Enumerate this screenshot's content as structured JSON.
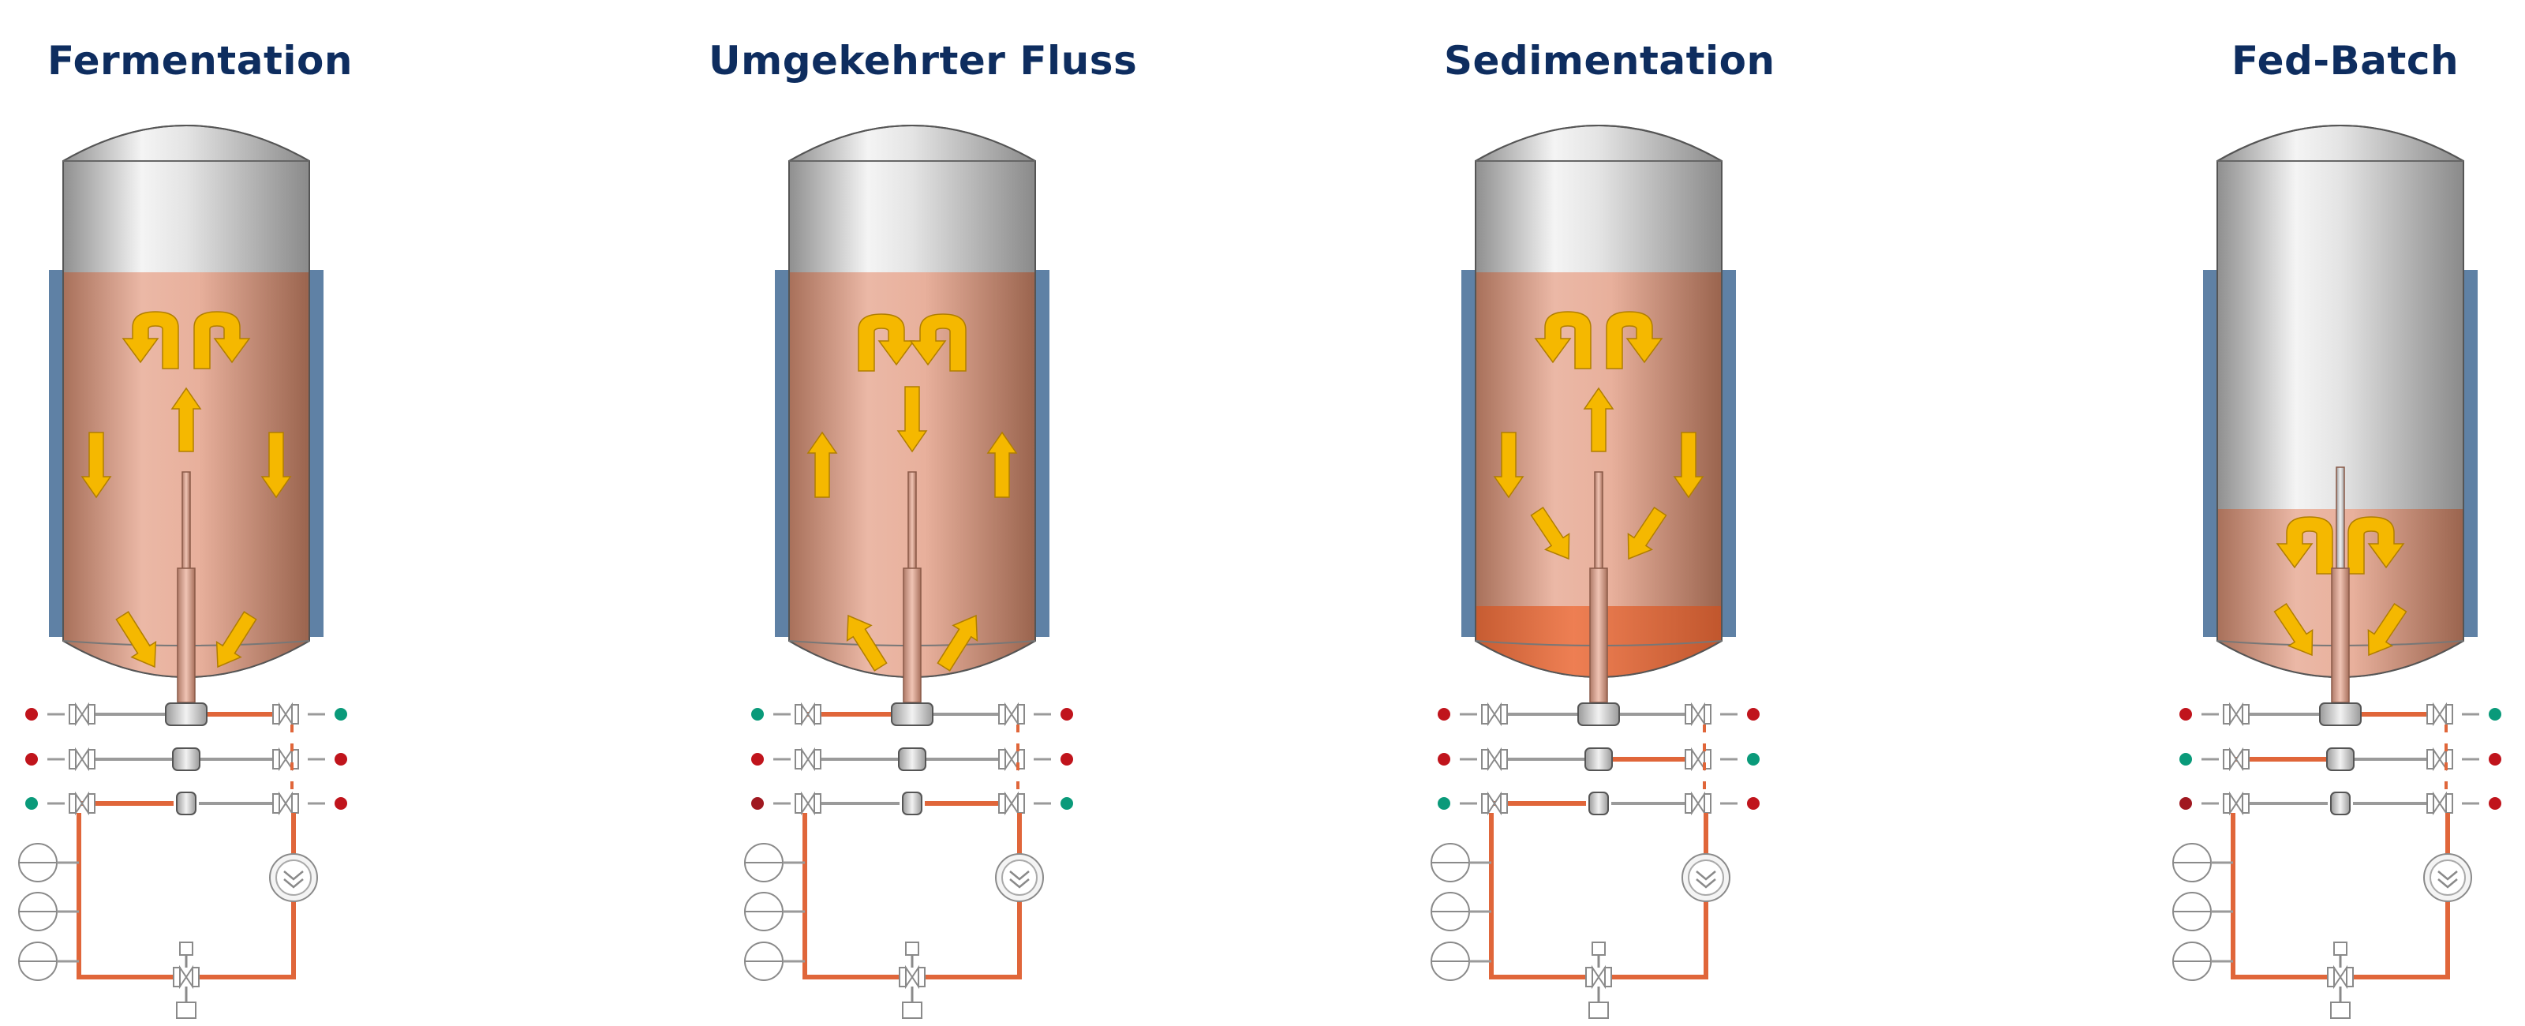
{
  "panels": [
    {
      "id": "fermentation",
      "title": "Fermentation",
      "liquid_level": "high",
      "flow": "up-center-down-walls",
      "sediment": false,
      "valve_indicators": {
        "left": [
          "red",
          "red",
          "green"
        ],
        "right": [
          "green",
          "red",
          "red"
        ]
      }
    },
    {
      "id": "reverse-flow",
      "title": "Umgekehrter Fluss",
      "liquid_level": "high",
      "flow": "down-center-up-walls",
      "sediment": false,
      "valve_indicators": {
        "left": [
          "green",
          "red",
          "darkred"
        ],
        "right": [
          "red",
          "red",
          "green"
        ]
      }
    },
    {
      "id": "sedimentation",
      "title": "Sedimentation",
      "liquid_level": "high",
      "flow": "up-center-down-walls",
      "sediment": true,
      "valve_indicators": {
        "left": [
          "red",
          "red",
          "green"
        ],
        "right": [
          "red",
          "green",
          "red"
        ]
      }
    },
    {
      "id": "fed-batch",
      "title": "Fed-Batch",
      "liquid_level": "low",
      "flow": "up-center-down-walls",
      "sediment": false,
      "valve_indicators": {
        "left": [
          "red",
          "green",
          "darkred"
        ],
        "right": [
          "green",
          "red",
          "red"
        ]
      }
    }
  ],
  "colors": {
    "title": "#0e2d5f",
    "liquid": "#e8a898",
    "jacket": "#5f81a5",
    "arrow": "#f5b800",
    "pipe_active": "#e0663a",
    "sediment": "#e26a3c",
    "indicator_red": "#c0141c",
    "indicator_green": "#0a9a7a"
  }
}
